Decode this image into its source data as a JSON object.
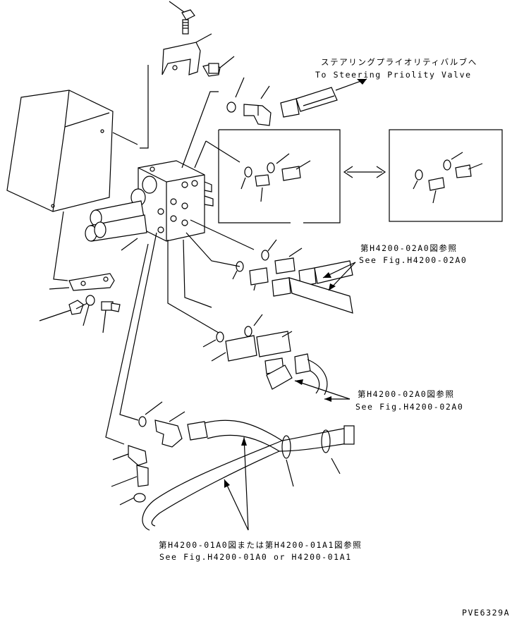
{
  "labels": {
    "steering_jp": "ステアリングプライオリティバルブへ",
    "steering_en": "To Steering Priolity Valve",
    "ref1_jp": "第H4200-02A0図参照",
    "ref1_en": "See Fig.H4200-02A0",
    "ref2_jp": "第H4200-02A0図参照",
    "ref2_en": "See Fig.H4200-02A0",
    "ref3_jp": "第H4200-01A0図または第H4200-01A1図参照",
    "ref3_en": "See Fig.H4200-01A0 or H4200-01A1",
    "code": "PVE6329A"
  }
}
